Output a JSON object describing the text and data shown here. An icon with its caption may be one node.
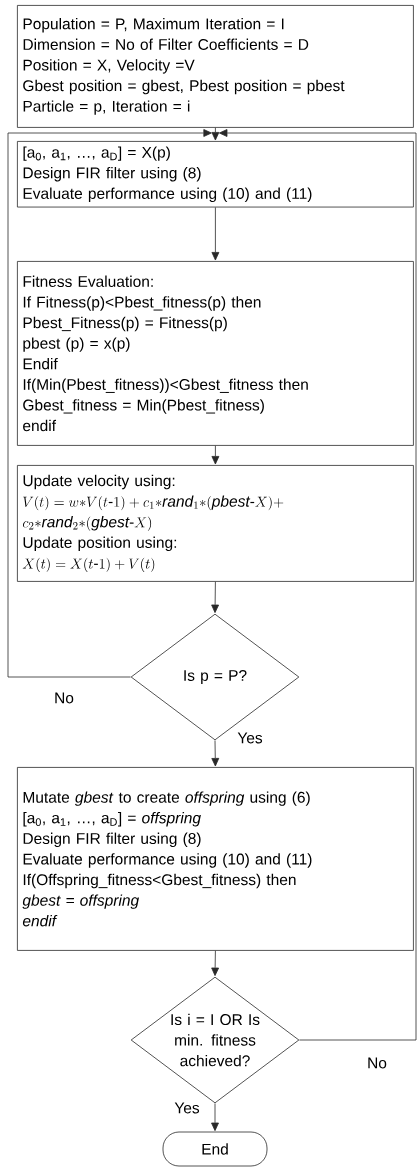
{
  "diagram": {
    "nodes": [
      {
        "text": [
          "Population = P, Maximum Iteration = I",
          "Dimension = No of Filter Coefficients = D",
          "Position  = X, Velocity =V",
          "Gbest position = gbest, Pbest position = pbest",
          "Particle  = p, Iteration = i"
        ]
      },
      {
        "text": [
          "[a$_{0}$, a$_{1}$, …, a$_{D}$]  = X(p)",
          "Design FIR filter using (8)",
          "Evaluate performance using (10) and (11)"
        ]
      },
      {
        "text": [
          "Fitness Evaluation:",
          "If Fitness(p)<Pbest_fitness(p) then",
          "Pbest_Fitness(p) = Fitness(p)",
          "pbest (p) = x(p)",
          "Endif",
          "If(Min(Pbest_fitness))<Gbest_fitness then",
          "Gbest_fitness = Min(Pbest_fitness)",
          "endif"
        ]
      },
      {
        "text": [
          "Update velocity using:",
          "V(t) = w{*}V(t\\text{-}1) + c_{1}{*}\\mathit{rand}_{1}{*}(\\mathit{pbest}\\text{-}X) +",
          "c_{2}{*}\\mathit{rand}_{2}{*}(\\mathit{gbest}\\text{-}X)",
          "Update position using:",
          "X(t) = X(t\\text{-}1) + V(t)"
        ]
      },
      {
        "text": [
          "Is p = P?"
        ]
      },
      {
        "text": [
          "Mutate *gbest* to create *offspring* using (6)",
          "[a$_{0}$, a$_{1}$, …, a$_{D}$]  = *offspring*",
          "Design FIR filter using (8)",
          "Evaluate performance using (10) and (11)",
          "If(Offspring_fitness<Gbest_fitness) then",
          "gbest = offspring",
          "endif"
        ]
      },
      {
        "text": [
          "Is i = I OR Is min. fitness achieved?"
        ]
      },
      {
        "text": [
          "End"
        ]
      }
    ],
    "edges": [
      {
        "from": 0,
        "to": 1,
        "arrow": "to"
      },
      {
        "from": 1,
        "to": 2,
        "arrow": "to"
      },
      {
        "from": 2,
        "to": 3,
        "arrow": "to"
      },
      {
        "from": 3,
        "to": 4,
        "arrow": "to"
      },
      {
        "from": 4,
        "to": 1,
        "arrow": "to",
        "label": "No"
      },
      {
        "from": 4,
        "to": 5,
        "arrow": "to",
        "label": "Yes"
      },
      {
        "from": 5,
        "to": 6,
        "arrow": "to"
      },
      {
        "from": 6,
        "to": 1,
        "arrow": "to",
        "label": "No"
      },
      {
        "from": 6,
        "to": 7,
        "arrow": "to",
        "label": "Yes"
      }
    ]
  }
}
